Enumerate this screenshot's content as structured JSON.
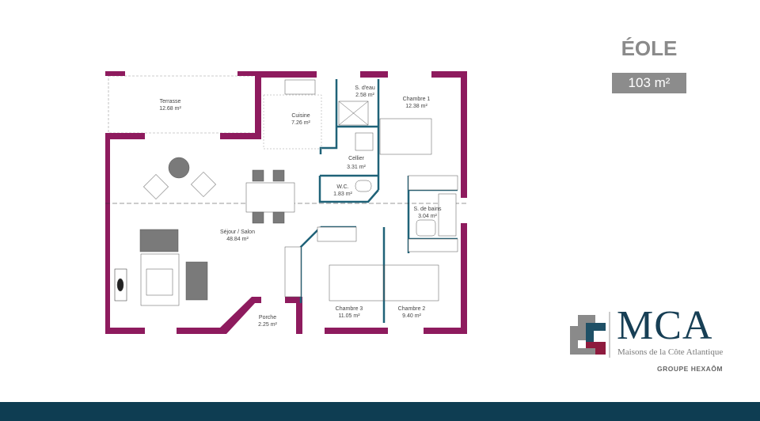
{
  "header": {
    "model_name": "ÉOLE",
    "surface": "103 m²"
  },
  "rooms": {
    "terrasse": {
      "name": "Terrasse",
      "area": "12.68 m²"
    },
    "cuisine": {
      "name": "Cuisine",
      "area": "7.26 m²"
    },
    "salle_eau": {
      "name": "S. d'eau",
      "area": "2.58 m²"
    },
    "chambre1": {
      "name": "Chambre 1",
      "area": "12.38 m²"
    },
    "cellier": {
      "name": "Cellier",
      "area": "3.31 m²"
    },
    "wc": {
      "name": "W.C.",
      "area": "1.83 m²"
    },
    "salle_bains": {
      "name": "S. de bains",
      "area": "3.04 m²"
    },
    "sejour": {
      "name": "Séjour / Salon",
      "area": "48.84 m²"
    },
    "porche": {
      "name": "Porche",
      "area": "2.25 m²"
    },
    "chambre3": {
      "name": "Chambre 3",
      "area": "11.05 m²"
    },
    "chambre2": {
      "name": "Chambre 2",
      "area": "9.40 m²"
    }
  },
  "logo": {
    "brand": "MCA",
    "tagline": "Maisons de la Côte Atlantique",
    "group": "GROUPE HEXAÔM"
  },
  "colors": {
    "exterior_wall": "#8e1b5e",
    "interior_wall": "#1f6278",
    "footer": "#0e3d52",
    "furniture": "#7a7a7a"
  }
}
